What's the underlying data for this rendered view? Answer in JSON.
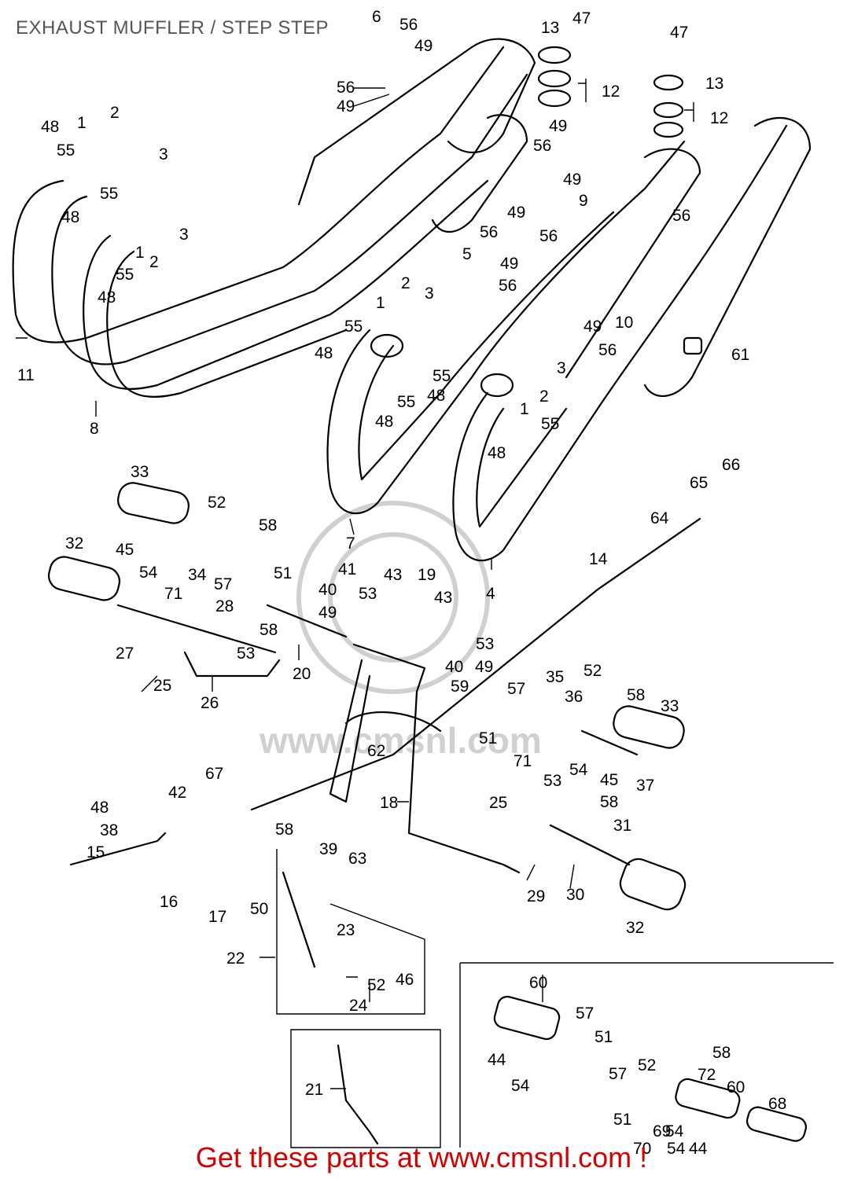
{
  "title": "EXHAUST MUFFLER / STEP STEP",
  "footer": "Get these parts at www.cmsnl.com !",
  "watermark": "www.cmsnl.com",
  "callouts": [
    {
      "id": "c1",
      "text": "6"
    },
    {
      "id": "c2",
      "text": "56"
    },
    {
      "id": "c3",
      "text": "49"
    },
    {
      "id": "c4",
      "text": "56"
    },
    {
      "id": "c5",
      "text": "49"
    },
    {
      "id": "c6",
      "text": "13"
    },
    {
      "id": "c7",
      "text": "47"
    },
    {
      "id": "c8",
      "text": "12"
    },
    {
      "id": "c9",
      "text": "47"
    },
    {
      "id": "c10",
      "text": "13"
    },
    {
      "id": "c11",
      "text": "12"
    },
    {
      "id": "c12",
      "text": "48"
    },
    {
      "id": "c13",
      "text": "1"
    },
    {
      "id": "c14",
      "text": "2"
    },
    {
      "id": "c15",
      "text": "3"
    },
    {
      "id": "c16",
      "text": "55"
    },
    {
      "id": "c17",
      "text": "55"
    },
    {
      "id": "c18",
      "text": "48"
    },
    {
      "id": "c19",
      "text": "3"
    },
    {
      "id": "c20",
      "text": "1"
    },
    {
      "id": "c21",
      "text": "2"
    },
    {
      "id": "c22",
      "text": "55"
    },
    {
      "id": "c23",
      "text": "48"
    },
    {
      "id": "c24",
      "text": "11"
    },
    {
      "id": "c25",
      "text": "8"
    },
    {
      "id": "c26",
      "text": "49"
    },
    {
      "id": "c27",
      "text": "56"
    },
    {
      "id": "c28",
      "text": "49"
    },
    {
      "id": "c29",
      "text": "9"
    },
    {
      "id": "c30",
      "text": "49"
    },
    {
      "id": "c31",
      "text": "56"
    },
    {
      "id": "c32",
      "text": "56"
    },
    {
      "id": "c33",
      "text": "5"
    },
    {
      "id": "c34",
      "text": "49"
    },
    {
      "id": "c35",
      "text": "56"
    },
    {
      "id": "c36",
      "text": "56"
    },
    {
      "id": "c37",
      "text": "49"
    },
    {
      "id": "c38",
      "text": "10"
    },
    {
      "id": "c39",
      "text": "56"
    },
    {
      "id": "c40",
      "text": "61"
    },
    {
      "id": "c41",
      "text": "2"
    },
    {
      "id": "c42",
      "text": "3"
    },
    {
      "id": "c43",
      "text": "1"
    },
    {
      "id": "c44",
      "text": "55"
    },
    {
      "id": "c45",
      "text": "48"
    },
    {
      "id": "c46",
      "text": "55"
    },
    {
      "id": "c47",
      "text": "48"
    },
    {
      "id": "c48",
      "text": "3"
    },
    {
      "id": "c49",
      "text": "55"
    },
    {
      "id": "c50",
      "text": "48"
    },
    {
      "id": "c51",
      "text": "2"
    },
    {
      "id": "c52",
      "text": "1"
    },
    {
      "id": "c53",
      "text": "55"
    },
    {
      "id": "c54",
      "text": "48"
    },
    {
      "id": "c55",
      "text": "7"
    },
    {
      "id": "c56",
      "text": "4"
    },
    {
      "id": "c57",
      "text": "33"
    },
    {
      "id": "c58",
      "text": "52"
    },
    {
      "id": "c59",
      "text": "58"
    },
    {
      "id": "c60",
      "text": "45"
    },
    {
      "id": "c61",
      "text": "54"
    },
    {
      "id": "c62",
      "text": "34"
    },
    {
      "id": "c63",
      "text": "71"
    },
    {
      "id": "c64",
      "text": "57"
    },
    {
      "id": "c65",
      "text": "51"
    },
    {
      "id": "c66",
      "text": "32"
    },
    {
      "id": "c67",
      "text": "27"
    },
    {
      "id": "c68",
      "text": "28"
    },
    {
      "id": "c69",
      "text": "58"
    },
    {
      "id": "c70",
      "text": "53"
    },
    {
      "id": "c71",
      "text": "25"
    },
    {
      "id": "c72",
      "text": "26"
    },
    {
      "id": "c73",
      "text": "20"
    },
    {
      "id": "c74",
      "text": "41"
    },
    {
      "id": "c75",
      "text": "43"
    },
    {
      "id": "c76",
      "text": "19"
    },
    {
      "id": "c77",
      "text": "40"
    },
    {
      "id": "c78",
      "text": "53"
    },
    {
      "id": "c79",
      "text": "43"
    },
    {
      "id": "c80",
      "text": "49"
    },
    {
      "id": "c81",
      "text": "53"
    },
    {
      "id": "c82",
      "text": "40"
    },
    {
      "id": "c83",
      "text": "49"
    },
    {
      "id": "c84",
      "text": "59"
    },
    {
      "id": "c85",
      "text": "14"
    },
    {
      "id": "c86",
      "text": "64"
    },
    {
      "id": "c87",
      "text": "65"
    },
    {
      "id": "c88",
      "text": "66"
    },
    {
      "id": "c89",
      "text": "35"
    },
    {
      "id": "c90",
      "text": "52"
    },
    {
      "id": "c91",
      "text": "57"
    },
    {
      "id": "c92",
      "text": "36"
    },
    {
      "id": "c93",
      "text": "58"
    },
    {
      "id": "c94",
      "text": "33"
    },
    {
      "id": "c95",
      "text": "51"
    },
    {
      "id": "c96",
      "text": "71"
    },
    {
      "id": "c97",
      "text": "54"
    },
    {
      "id": "c98",
      "text": "45"
    },
    {
      "id": "c99",
      "text": "37"
    },
    {
      "id": "c100",
      "text": "62"
    },
    {
      "id": "c101",
      "text": "67"
    },
    {
      "id": "c102",
      "text": "42"
    },
    {
      "id": "c103",
      "text": "48"
    },
    {
      "id": "c104",
      "text": "38"
    },
    {
      "id": "c105",
      "text": "58"
    },
    {
      "id": "c106",
      "text": "18"
    },
    {
      "id": "c107",
      "text": "53"
    },
    {
      "id": "c108",
      "text": "25"
    },
    {
      "id": "c109",
      "text": "58"
    },
    {
      "id": "c110",
      "text": "31"
    },
    {
      "id": "c111",
      "text": "15"
    },
    {
      "id": "c112",
      "text": "16"
    },
    {
      "id": "c113",
      "text": "17"
    },
    {
      "id": "c114",
      "text": "50"
    },
    {
      "id": "c115",
      "text": "39"
    },
    {
      "id": "c116",
      "text": "63"
    },
    {
      "id": "c117",
      "text": "29"
    },
    {
      "id": "c118",
      "text": "30"
    },
    {
      "id": "c119",
      "text": "32"
    },
    {
      "id": "c120",
      "text": "23"
    },
    {
      "id": "c121",
      "text": "22"
    },
    {
      "id": "c122",
      "text": "52"
    },
    {
      "id": "c123",
      "text": "46"
    },
    {
      "id": "c124",
      "text": "24"
    },
    {
      "id": "c125",
      "text": "60"
    },
    {
      "id": "c126",
      "text": "57"
    },
    {
      "id": "c127",
      "text": "51"
    },
    {
      "id": "c128",
      "text": "44"
    },
    {
      "id": "c129",
      "text": "54"
    },
    {
      "id": "c130",
      "text": "58"
    },
    {
      "id": "c131",
      "text": "52"
    },
    {
      "id": "c132",
      "text": "72"
    },
    {
      "id": "c133",
      "text": "57"
    },
    {
      "id": "c134",
      "text": "60"
    },
    {
      "id": "c135",
      "text": "68"
    },
    {
      "id": "c136",
      "text": "51"
    },
    {
      "id": "c137",
      "text": "69"
    },
    {
      "id": "c138",
      "text": "54"
    },
    {
      "id": "c139",
      "text": "44"
    },
    {
      "id": "c140",
      "text": "70"
    },
    {
      "id": "c141",
      "text": "21"
    },
    {
      "id": "c142",
      "text": "54"
    }
  ]
}
